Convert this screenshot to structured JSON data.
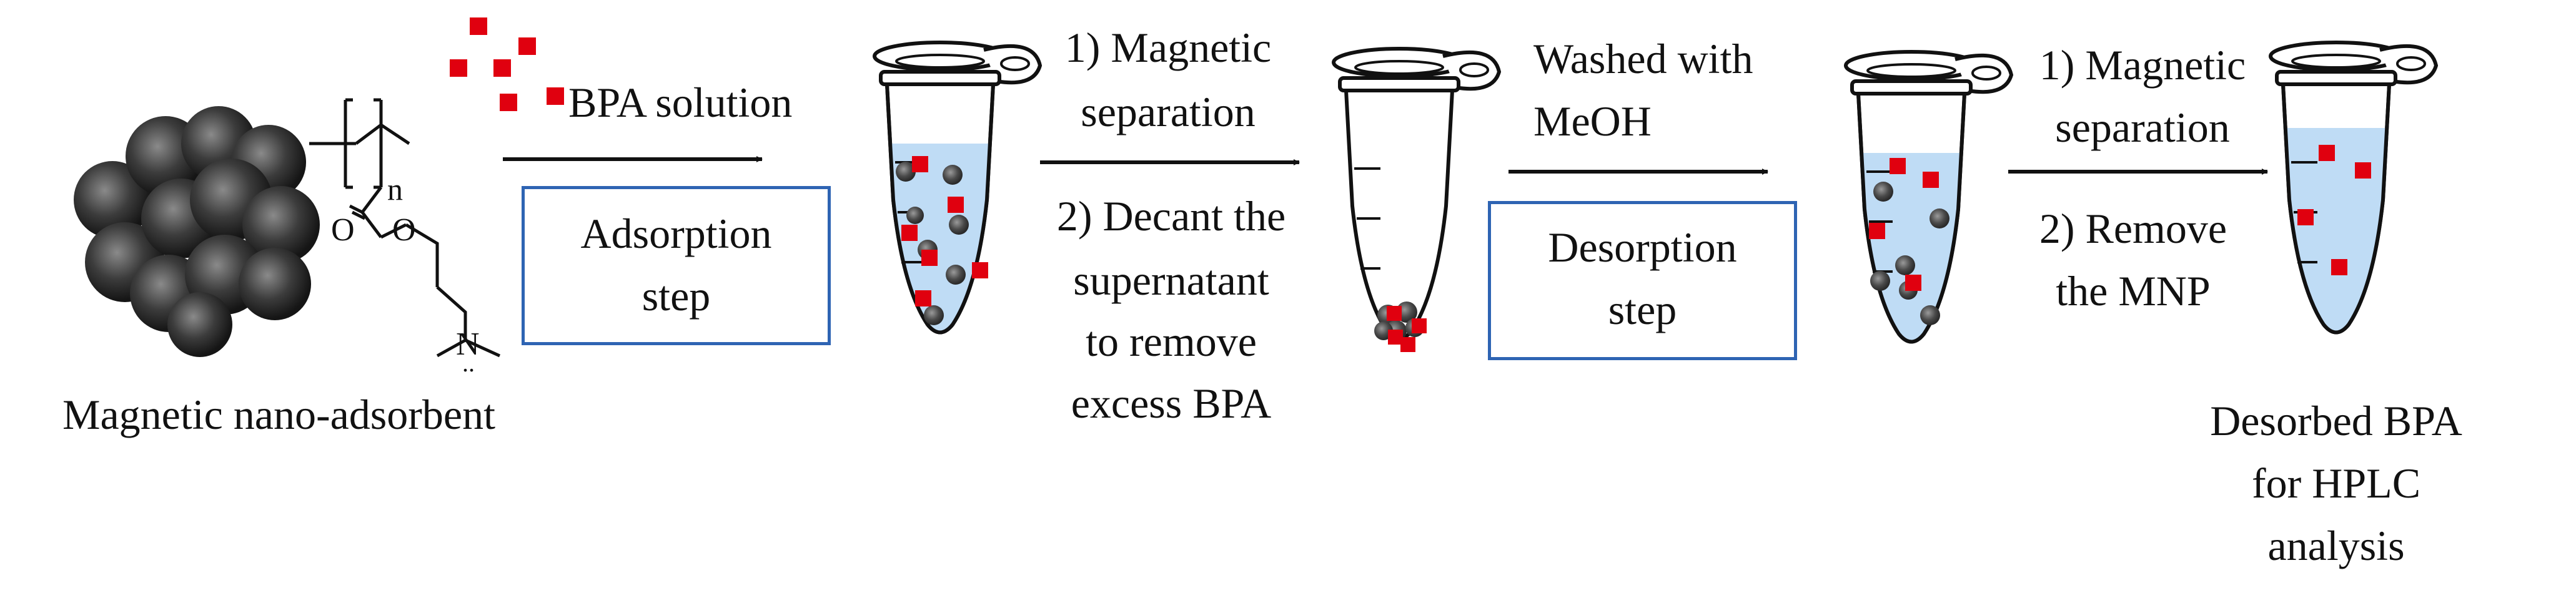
{
  "nanoadsorbent": {
    "label": "Magnetic nano-adsorbent",
    "polymer_subscript": "n"
  },
  "step1": {
    "arrow_label": "BPA solution",
    "box_line1": "Adsorption",
    "box_line2": "step"
  },
  "step2": {
    "line1": "1) Magnetic",
    "line2": "separation",
    "line3": "2) Decant the",
    "line4": "supernatant",
    "line5": "to remove",
    "line6": "excess BPA"
  },
  "step3": {
    "line1": "Washed with",
    "line2": "MeOH",
    "box_line1": "Desorption",
    "box_line2": "step"
  },
  "step4": {
    "line1": "1) Magnetic",
    "line2": "separation",
    "line3": "2) Remove",
    "line4": "the MNP"
  },
  "result": {
    "line1": "Desorbed BPA",
    "line2": "for HPLC",
    "line3": "analysis"
  },
  "colors": {
    "bpa": "#e0000f",
    "solution": "#bfdcf5",
    "box_border": "#2e64b3",
    "particle": "#4a4a4a",
    "ink": "#111111"
  },
  "icons": [
    "magnetic-nanoparticle-cluster-icon",
    "eppendorf-tube-icon",
    "bpa-molecule-icon",
    "arrow-right-icon"
  ]
}
